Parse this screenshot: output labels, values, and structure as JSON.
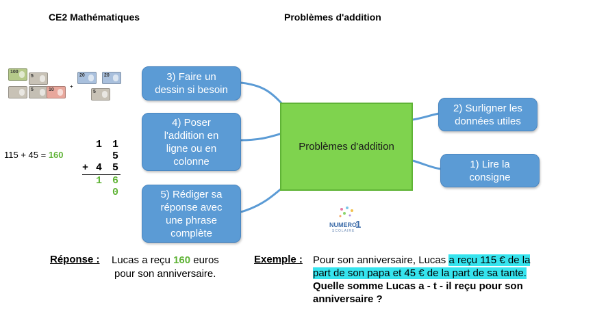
{
  "header": {
    "left": "CE2 Mathématiques",
    "center": "Problèmes d'addition"
  },
  "mindmap": {
    "central": "Problèmes d'addition",
    "nodes": {
      "n1": "1) Lire la\nconsigne",
      "n2": "2) Surligner les\ndonnées utiles",
      "n3": "3) Faire un\ndessin si besoin",
      "n4": "4) Poser\nl'addition en\nligne ou en\ncolonne",
      "n5": "5) Rédiger sa\nréponse avec\nune phrase\ncomplète"
    },
    "colors": {
      "node": "#5b9bd5",
      "central": "#7fd34e",
      "link": "#5b9bd5"
    }
  },
  "money": {
    "group1": [
      "100",
      "5",
      "5",
      "10"
    ],
    "plus": "+",
    "group2": [
      "20",
      "20",
      "5"
    ]
  },
  "calculation": {
    "line_expr": "115 + 45 = ",
    "line_result": "160",
    "col_top": "1 1 5",
    "col_op": "+",
    "col_second": "4 5",
    "col_result": "1 6 0"
  },
  "answer": {
    "label": "Réponse :",
    "before": "Lucas a reçu ",
    "value": "160",
    "after": " euros",
    "line2": "pour son anniversaire."
  },
  "example": {
    "label": "Exemple :",
    "plain": "Pour son anniversaire, Lucas ",
    "highlight1": "a reçu 115 € de la",
    "highlight2": "part de son papa et 45 € de la part de sa tante.",
    "question1": "Quelle somme Lucas a - t - il reçu pour son",
    "question2": "anniversaire ?"
  },
  "logo": {
    "line1": "NUMERO",
    "line2": "SCOLAIRE",
    "mark": "1"
  }
}
